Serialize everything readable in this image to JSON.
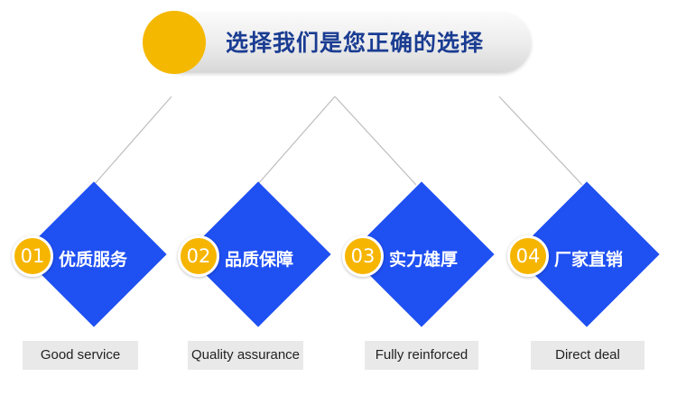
{
  "banner": {
    "title": "选择我们是您正确的选择"
  },
  "colors": {
    "accent": "#f5b800",
    "diamond": "#1f50f2",
    "title": "#1a3c92"
  },
  "items": [
    {
      "number": "01",
      "title_zh": "优质服务",
      "title_en": "Good service"
    },
    {
      "number": "02",
      "title_zh": "品质保障",
      "title_en": "Quality assurance"
    },
    {
      "number": "03",
      "title_zh": "实力雄厚",
      "title_en": "Fully reinforced"
    },
    {
      "number": "04",
      "title_zh": "厂家直销",
      "title_en": "Direct deal"
    }
  ]
}
